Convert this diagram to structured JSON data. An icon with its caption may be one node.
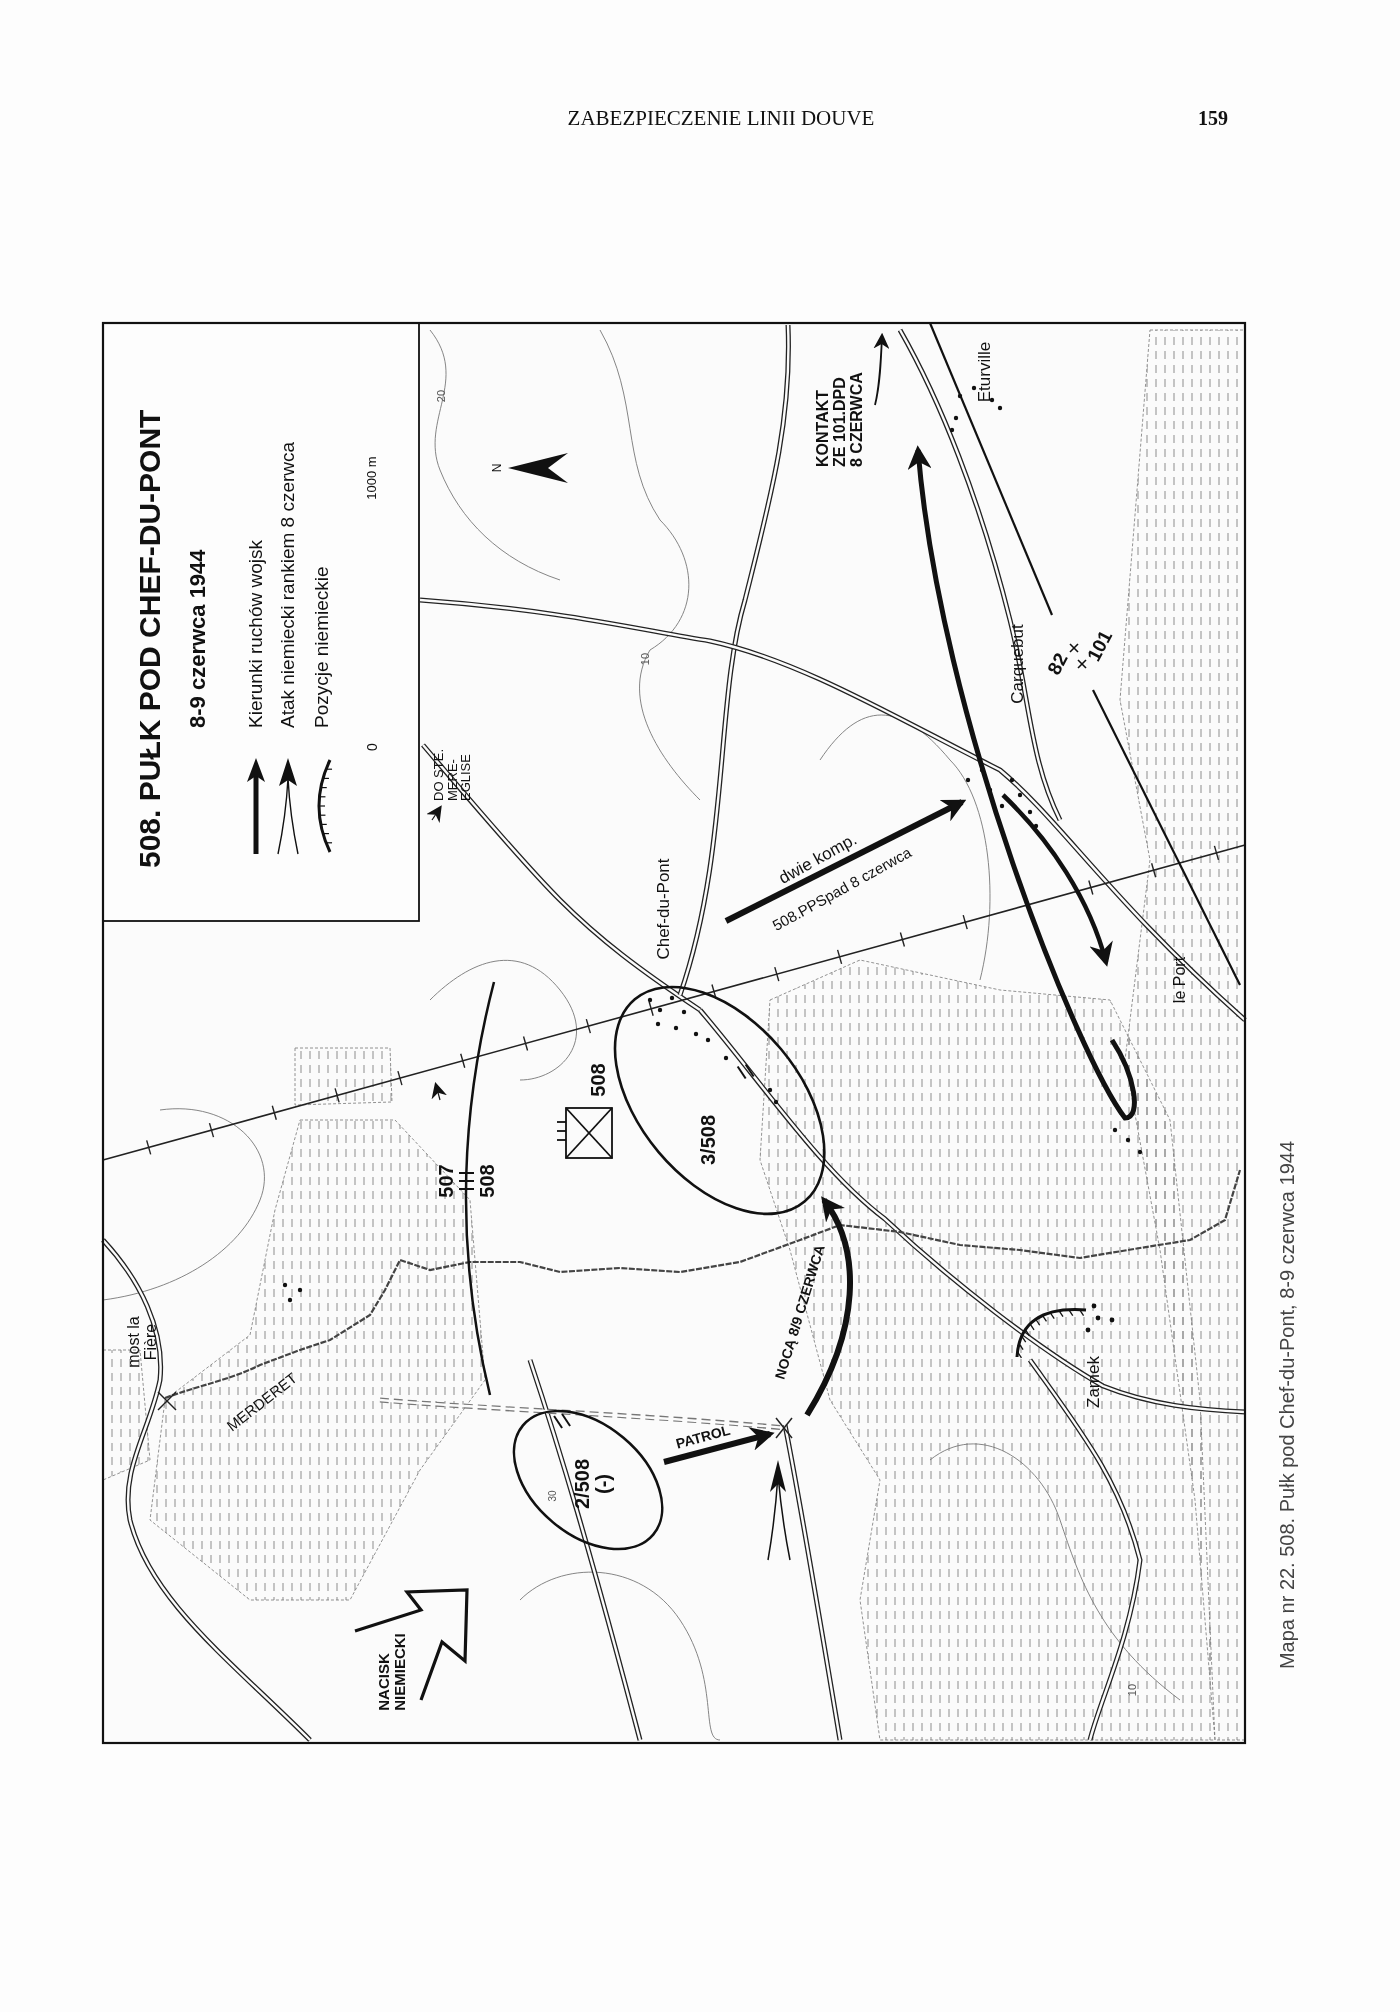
{
  "diagram": {
    "title": "508. PUŁK POD CHEF-DU-PONT",
    "caption": "Mapa nr 22. 508. Pułk pod Chef-du-Pont, 8-9 czerwca 1944",
    "nodes": [
      {
        "text": [
          "2/508 (-)"
        ]
      },
      {
        "text": [
          "3/508"
        ]
      }
    ],
    "labels": [
      "ZABEZPIECZENIE LINII DOUVE",
      "159",
      "8-9 czerwca 1944",
      "0",
      "1000 m",
      "20",
      "N",
      "DO STE. MERE-EGLISE",
      "KONTAKT ZE 101.DPD 8 CZERWCA",
      "10",
      "Eturville",
      "Chef-du-Pont",
      "dwie komp.",
      "508.PPSpad 8 czerwca",
      "Carquebut",
      "82",
      "101",
      "le Port",
      "508",
      "507",
      "508",
      "most la Fière",
      "MERDERET",
      "30",
      "Zamek",
      "10",
      "NACISK NIEMIECKI",
      "PATROL",
      "NOCĄ 8/9 CZERWCA"
    ],
    "legend": [
      {
        "text": "Kierunki ruchów wojsk"
      },
      {
        "text": "Atak niemiecki rankiem 8 czerwca"
      },
      {
        "text": "Pozycje niemieckie"
      }
    ]
  }
}
